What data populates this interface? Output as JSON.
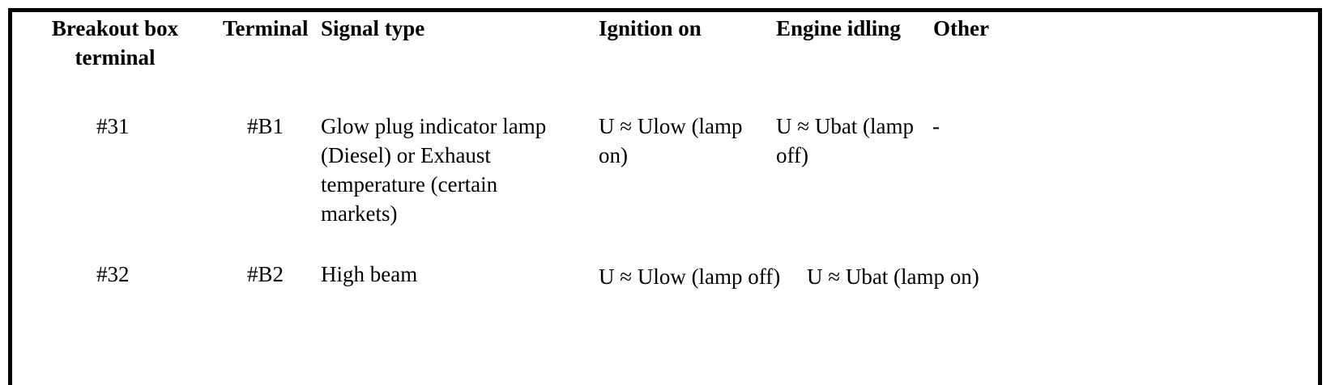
{
  "table": {
    "headers": {
      "breakout_box_terminal": "Breakout box\nterminal",
      "terminal": "Terminal",
      "signal_type": "Signal type",
      "ignition_on": "Ignition on",
      "engine_idling": "Engine idling",
      "other": "Other"
    },
    "rows": [
      {
        "breakout_box_terminal": "#31",
        "terminal": "#B1",
        "signal_type": "Glow plug indicator lamp\n(Diesel) or Exhaust\ntemperature (certain\nmarkets)",
        "ignition_on": "U ≈ Ulow (lamp\non)",
        "engine_idling": "U ≈ Ubat (lamp\noff)",
        "other": "-"
      },
      {
        "breakout_box_terminal": "#32",
        "terminal": "#B2",
        "signal_type": "High beam",
        "ignition_on": "U ≈ Ulow (lamp off)",
        "engine_idling": "U ≈ Ubat (lamp on)",
        "other": ""
      }
    ]
  }
}
